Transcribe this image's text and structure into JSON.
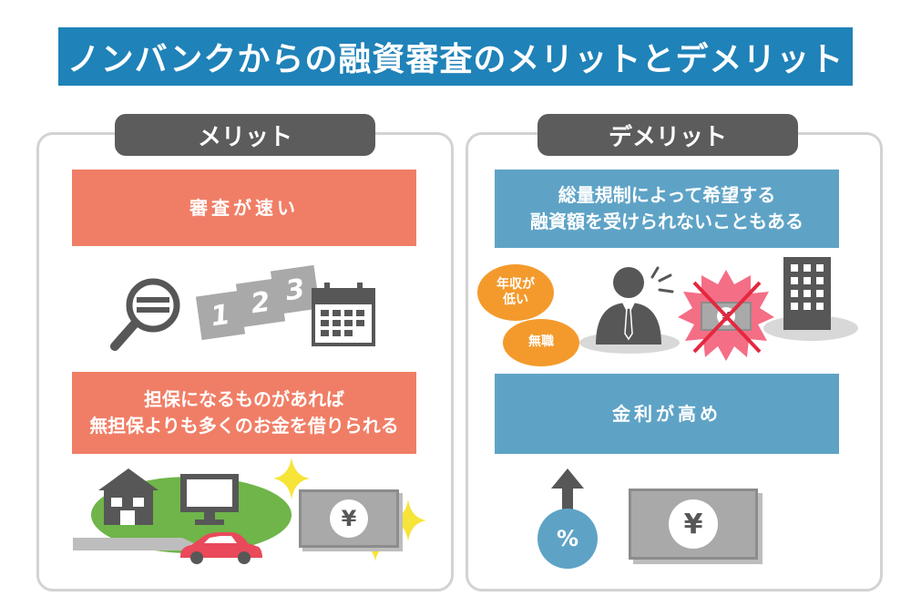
{
  "title": "ノンバンクからの融資審査のメリットとデメリット",
  "merit": {
    "label": "メリット",
    "item1": "審査が速い",
    "item2_line1": "担保になるものがあれば",
    "item2_line2": "無担保よりも多くのお金を借りられる",
    "numbers": [
      "1",
      "2",
      "3"
    ],
    "yen": "¥"
  },
  "demerit": {
    "label": "デメリット",
    "item1_line1": "総量規制によって希望する",
    "item1_line2": "融資額を受けられないこともある",
    "bubble1_line1": "年収が",
    "bubble1_line2": "低い",
    "bubble2": "無職",
    "item2": "金利が高め",
    "percent": "%",
    "yen": "¥"
  },
  "colors": {
    "title_bg": "#1f82b8",
    "merit_box": "#f07e66",
    "demerit_box": "#5ea3c6",
    "tag_bg": "#5c5c5c",
    "bubble": "#f49a2c"
  }
}
